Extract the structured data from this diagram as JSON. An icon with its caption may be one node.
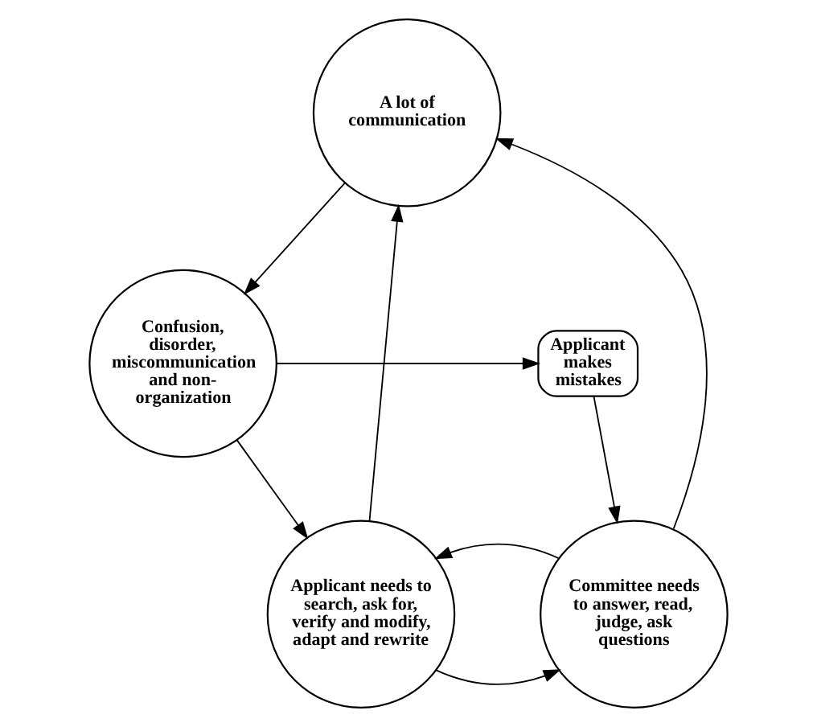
{
  "diagram": {
    "nodes": [
      {
        "text": [
          "A lot of communication"
        ]
      },
      {
        "text": [
          "Committee needs to answer, read, judge, ask questions"
        ]
      },
      {
        "text": [
          "Applicant needs to search, ask for, verify and modify, adapt and rewrite"
        ]
      },
      {
        "text": [
          "Confusion, disorder, miscommunication and non-organization"
        ]
      },
      {
        "text": [
          "Applicant makes mistakes"
        ]
      }
    ],
    "edges": [
      {
        "from": 1,
        "to": 0,
        "arrow": "to"
      },
      {
        "from": 2,
        "to": 0,
        "arrow": "to"
      },
      {
        "from": 2,
        "to": 1,
        "arrow": "to"
      },
      {
        "from": 1,
        "to": 2,
        "arrow": "to"
      },
      {
        "from": 0,
        "to": 3,
        "arrow": "to"
      },
      {
        "from": 3,
        "to": 2,
        "arrow": "to"
      },
      {
        "from": 3,
        "to": 4,
        "arrow": "to"
      },
      {
        "from": 4,
        "to": 1,
        "arrow": "to"
      }
    ]
  }
}
